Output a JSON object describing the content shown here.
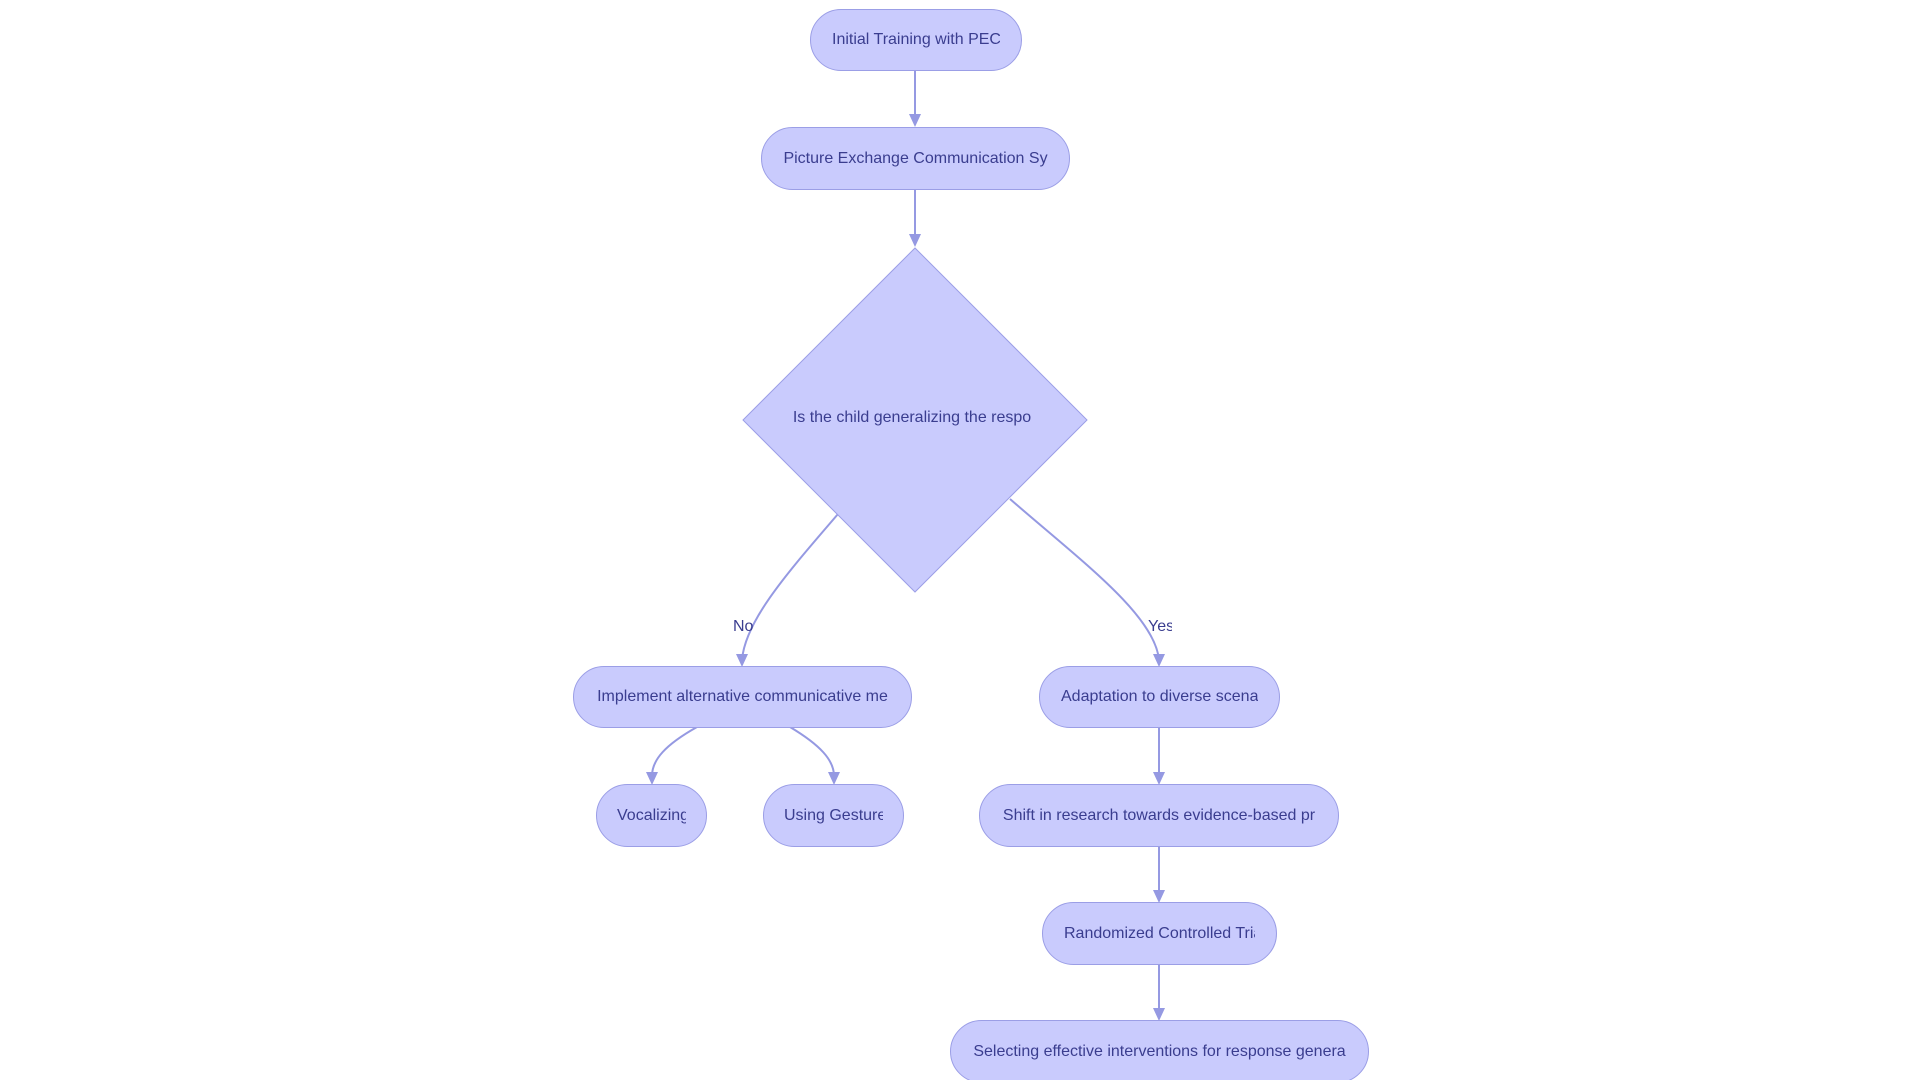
{
  "colors": {
    "node_fill": "#c9cbfd",
    "node_border": "#9b9ee6",
    "edge": "#9599e2",
    "text": "#3a3d8f",
    "background": "#ffffff"
  },
  "nodes": {
    "initial_training": "Initial Training with PECS",
    "pecs": "Picture Exchange Communication Sy",
    "decision": "Is the child generalizing the respo",
    "alternative_methods": "Implement alternative communicative me",
    "adaptation": "Adaptation to diverse scena",
    "vocalizing": "Vocalizing",
    "gestures": "Using Gesture",
    "shift_research": "Shift in research towards evidence-based pr",
    "rct": "Randomized Controlled Tria",
    "selecting_interventions": "Selecting effective interventions for response genera"
  },
  "edge_labels": {
    "no": "No",
    "yes": "Yes"
  }
}
